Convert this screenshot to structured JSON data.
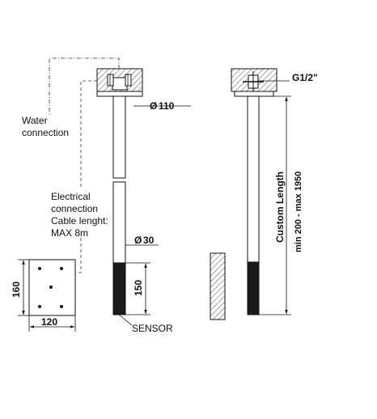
{
  "labels": {
    "water_line1": "Water",
    "water_line2": "connection",
    "elec_line1": "Electrical",
    "elec_line2": "connection",
    "elec_line3": "Cable lenght:",
    "elec_line4": "MAX 8m",
    "dia_110": "110",
    "dia_30": "30",
    "dia_symbol": "Ø",
    "dim_150": "150",
    "dim_160": "160",
    "dim_120": "120",
    "sensor": "SENSOR",
    "thread": "G1/2\"",
    "custom_length": "Custom Length",
    "custom_range": "min 200 - max 1950"
  }
}
